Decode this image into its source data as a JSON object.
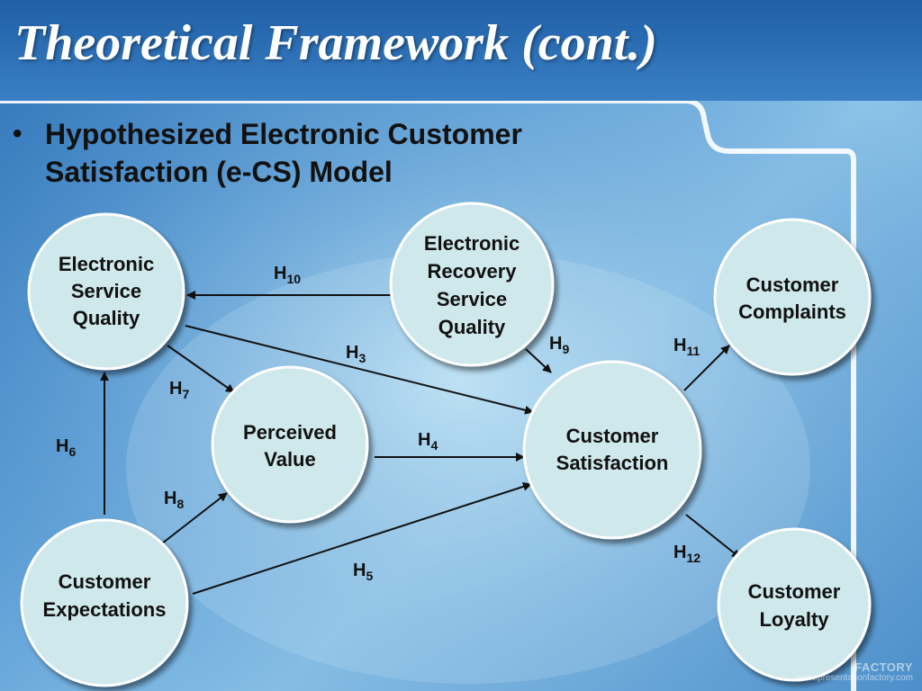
{
  "slide": {
    "title": "Theoretical Framework (cont.)",
    "bullet": "•",
    "subtitle_line1": "Hypothesized Electronic Customer",
    "subtitle_line2": "Satisfaction (e-CS) Model"
  },
  "nodes": {
    "esq": [
      "Electronic",
      "Service",
      "Quality"
    ],
    "ersq": [
      "Electronic",
      "Recovery",
      "Service",
      "Quality"
    ],
    "complaints": [
      "Customer",
      "Complaints"
    ],
    "pv": [
      "Perceived",
      "Value"
    ],
    "cs": [
      "Customer",
      "Satisfaction"
    ],
    "ce": [
      "Customer",
      "Expectations"
    ],
    "loyalty": [
      "Customer",
      "Loyalty"
    ]
  },
  "hypotheses": {
    "h10": {
      "main": "H",
      "sub": "10"
    },
    "h3": {
      "main": "H",
      "sub": "3"
    },
    "h9": {
      "main": "H",
      "sub": "9"
    },
    "h11": {
      "main": "H",
      "sub": "11"
    },
    "h7": {
      "main": "H",
      "sub": "7"
    },
    "h6": {
      "main": "H",
      "sub": "6"
    },
    "h4": {
      "main": "H",
      "sub": "4"
    },
    "h8": {
      "main": "H",
      "sub": "8"
    },
    "h5": {
      "main": "H",
      "sub": "5"
    },
    "h12": {
      "main": "H",
      "sub": "12"
    }
  },
  "colors": {
    "node_fill": "#cfe8ec",
    "node_stroke": "#ffffff",
    "arrow": "#111111"
  },
  "watermark": {
    "line1": "FACTORY",
    "line2": "www.presentationfactory.com"
  }
}
